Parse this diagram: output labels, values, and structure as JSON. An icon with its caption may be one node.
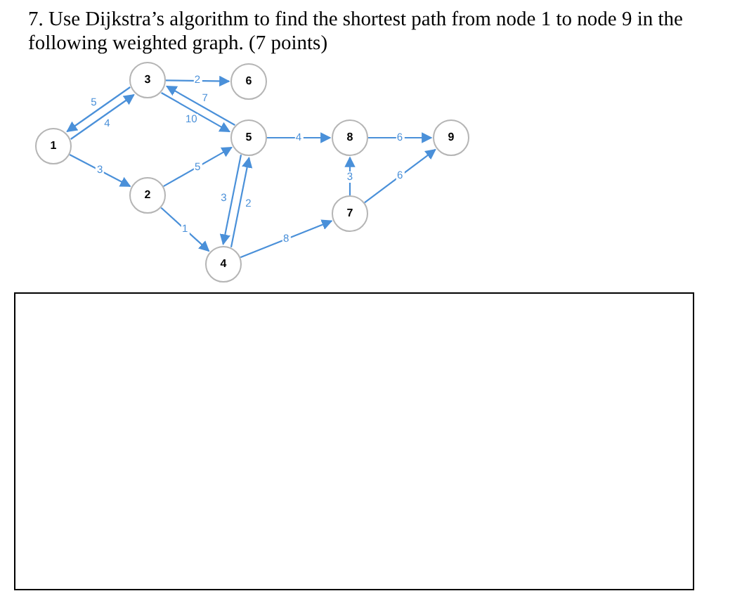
{
  "diagram": {
    "title": "7. Use Dijkstra’s algorithm to find the shortest path from node 1 to node 9 in the following weighted graph. (7 points)",
    "nodes": [
      {
        "text": [
          "1"
        ]
      },
      {
        "text": [
          "2"
        ]
      },
      {
        "text": [
          "3"
        ]
      },
      {
        "text": [
          "4"
        ]
      },
      {
        "text": [
          "5"
        ]
      },
      {
        "text": [
          "6"
        ]
      },
      {
        "text": [
          "7"
        ]
      },
      {
        "text": [
          "8"
        ]
      },
      {
        "text": [
          "9"
        ]
      }
    ],
    "edges": [
      {
        "from": 0,
        "to": 2,
        "arrow": "to",
        "label": "4"
      },
      {
        "from": 2,
        "to": 0,
        "arrow": "to",
        "label": "5"
      },
      {
        "from": 2,
        "to": 5,
        "arrow": "to",
        "label": "2"
      },
      {
        "from": 2,
        "to": 4,
        "arrow": "to",
        "label": "10"
      },
      {
        "from": 4,
        "to": 2,
        "arrow": "to",
        "label": "7"
      },
      {
        "from": 0,
        "to": 1,
        "arrow": "to",
        "label": "3"
      },
      {
        "from": 1,
        "to": 4,
        "arrow": "to",
        "label": "5"
      },
      {
        "from": 1,
        "to": 3,
        "arrow": "to",
        "label": "1"
      },
      {
        "from": 3,
        "to": 4,
        "arrow": "to",
        "label": "2"
      },
      {
        "from": 4,
        "to": 3,
        "arrow": "to",
        "label": "3"
      },
      {
        "from": 4,
        "to": 7,
        "arrow": "to",
        "label": "4"
      },
      {
        "from": 3,
        "to": 6,
        "arrow": "to",
        "label": "8"
      },
      {
        "from": 6,
        "to": 7,
        "arrow": "to",
        "label": "3"
      },
      {
        "from": 7,
        "to": 8,
        "arrow": "to",
        "label": "6"
      },
      {
        "from": 6,
        "to": 8,
        "arrow": "to",
        "label": "6"
      }
    ]
  }
}
